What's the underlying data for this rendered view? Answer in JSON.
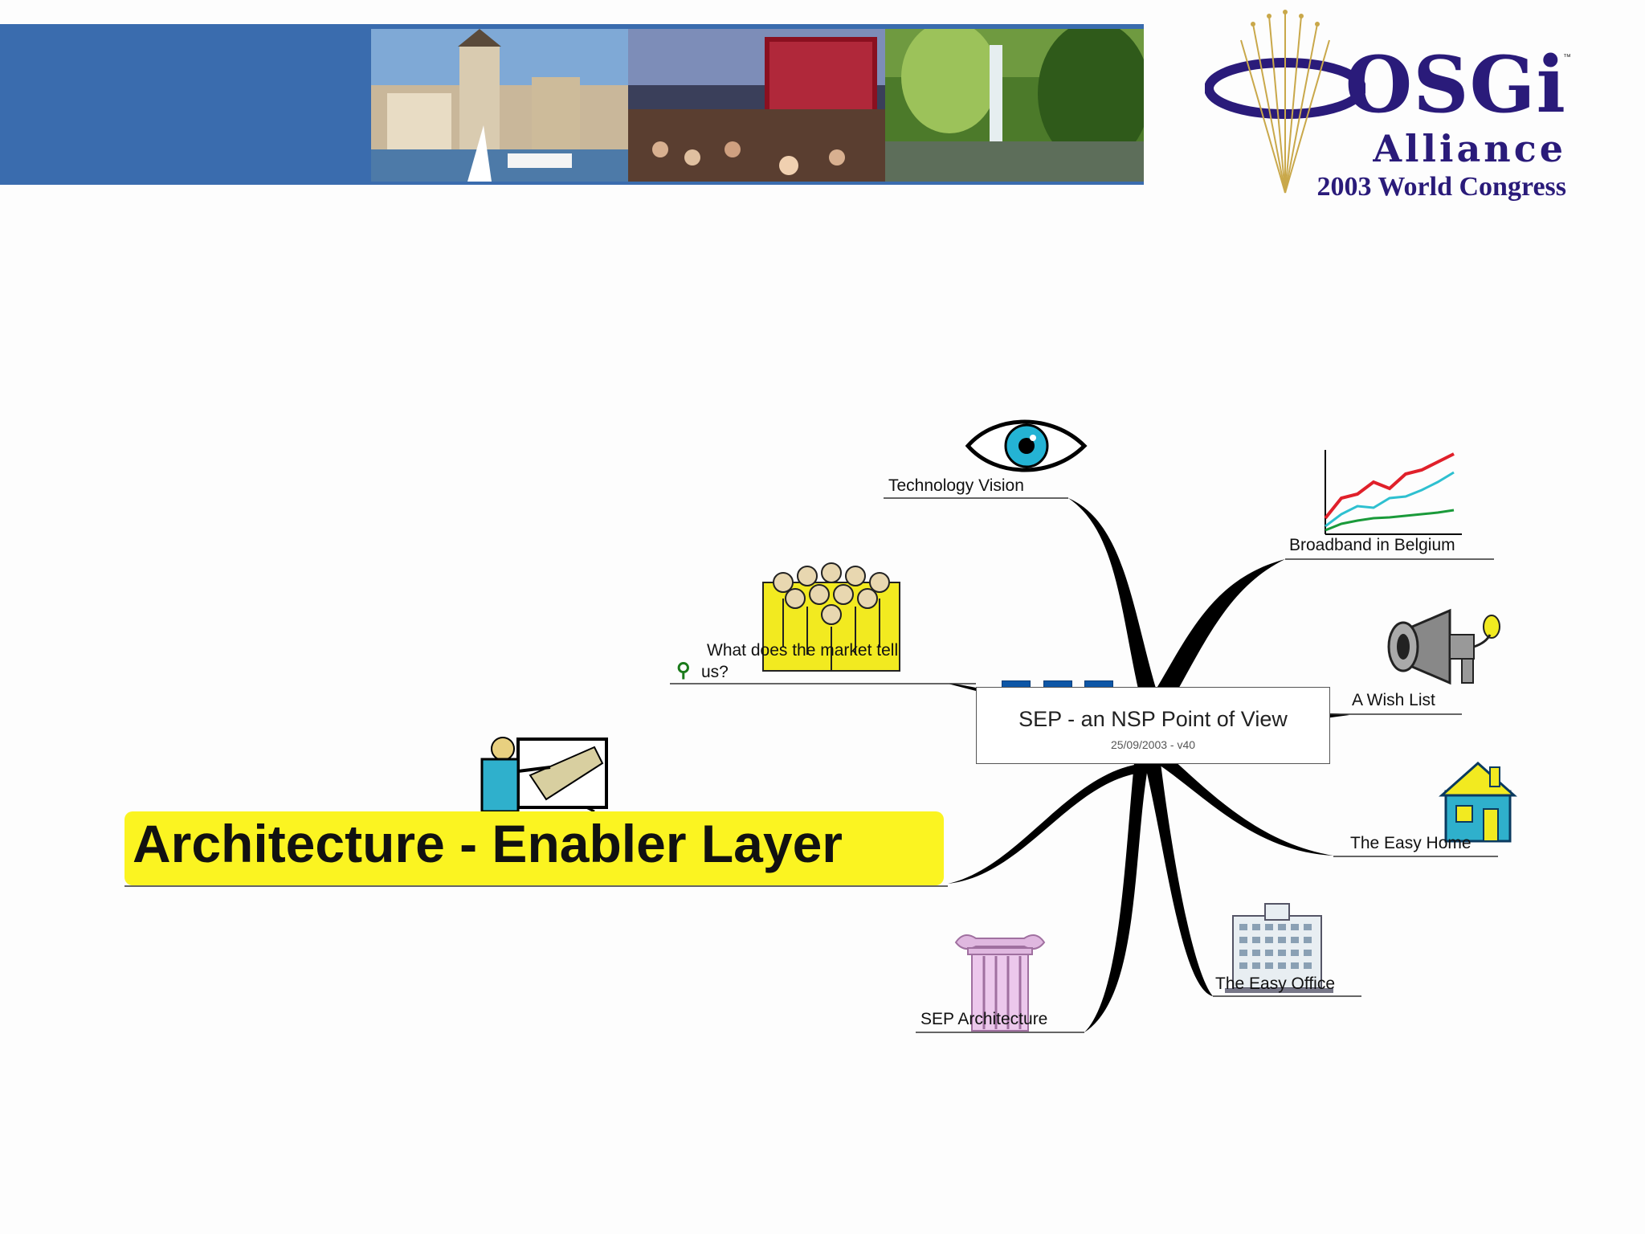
{
  "banner": {
    "logo": {
      "name": "OSGi",
      "trademark": "™",
      "line2": "Alliance",
      "line3": "2003 World Congress"
    }
  },
  "mindmap": {
    "central": {
      "title": "SEP - an NSP Point of View",
      "subtitle": "25/09/2003 - v40"
    },
    "branches": {
      "technology_vision": "Technology Vision",
      "broadband": "Broadband in Belgium",
      "market_line1": "What does the market tell",
      "market_line2": "us?",
      "wish_list": "A Wish List",
      "easy_home": "The Easy Home",
      "easy_office": "The Easy Office",
      "sep_architecture": "SEP Architecture",
      "architecture_enabler": "Architecture - Enabler Layer"
    },
    "icons": [
      "eye-icon",
      "line-chart-icon",
      "crowd-icon",
      "megaphone-icon",
      "house-icon",
      "office-building-icon",
      "column-icon",
      "drafting-table-icon",
      "hint-icon"
    ],
    "colors": {
      "banner_blue": "#3a6cae",
      "highlight_yellow": "#fbf421",
      "logo_navy": "#2a1b7a",
      "connector_blue": "#0d56a6"
    }
  }
}
